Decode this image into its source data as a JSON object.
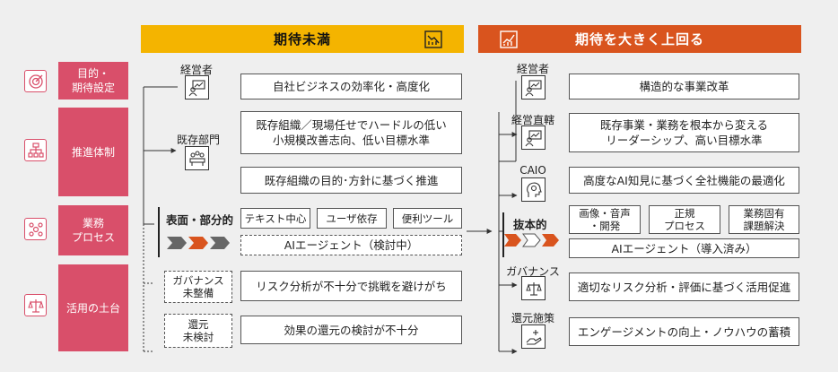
{
  "headers": {
    "left": "期待未満",
    "right": "期待を大きく上回る",
    "left_color": "#f4b400",
    "right_color": "#d9541e"
  },
  "categories": [
    {
      "label": "目的・\n期待設定",
      "icon": "target-icon"
    },
    {
      "label": "推進体制",
      "icon": "org-chart-icon"
    },
    {
      "label": "業務\nプロセス",
      "icon": "process-network-icon"
    },
    {
      "label": "活用の土台",
      "icon": "balance-scale-icon"
    }
  ],
  "left": {
    "executive": {
      "label": "経営者",
      "text": "自社ビジネスの効率化・高度化"
    },
    "existing_dept": {
      "label": "既存部門",
      "text1": "既存組織／現場任せでハードルの低い\n小規模改善志向、低い目標水準",
      "text2": "既存組織の目的･方針に基づく推進"
    },
    "process": {
      "tag": "表面・部分的",
      "items": [
        "テキスト中心",
        "ユーザ依存",
        "便利ツール"
      ],
      "ai_agent": "AIエージェント（検討中）"
    },
    "governance": {
      "tag": "ガバナンス\n未整備",
      "text": "リスク分析が不十分で挑戦を避けがち"
    },
    "return": {
      "tag": "還元\n未検討",
      "text": "効果の還元の検討が不十分"
    }
  },
  "right": {
    "executive": {
      "label": "経営者",
      "text": "構造的な事業改革"
    },
    "direct": {
      "label": "経営直轄",
      "text": "既存事業・業務を根本から変える\nリーダーシップ、高い目標水準"
    },
    "caio": {
      "label": "CAIO",
      "text": "高度なAI知見に基づく全社機能の最適化"
    },
    "process": {
      "tag": "抜本的",
      "items": [
        "画像・音声\n・開発",
        "正規\nプロセス",
        "業務固有\n課題解決"
      ],
      "ai_agent": "AIエージェント（導入済み）"
    },
    "governance": {
      "label": "ガバナンス",
      "text": "適切なリスク分析・評価に基づく活用促進"
    },
    "return": {
      "label": "還元施策",
      "text": "エンゲージメントの向上・ノウハウの蓄積"
    }
  }
}
